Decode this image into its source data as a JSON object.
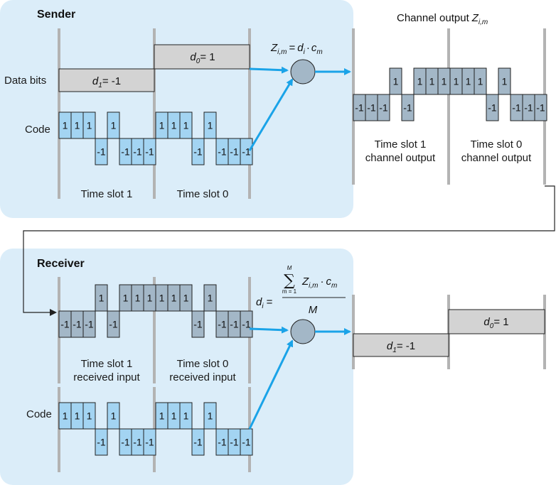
{
  "sender": {
    "title": "Sender",
    "data_bits_label": "Data bits",
    "code_label": "Code",
    "slot1_label": "Time slot 1",
    "slot0_label": "Time slot 0",
    "d1_value": "= -1",
    "d0_value": "= 1",
    "formula_rhs": "=",
    "code_sequence": [
      1,
      1,
      1,
      -1,
      1,
      -1,
      -1,
      -1
    ],
    "data_bits": [
      -1,
      1
    ]
  },
  "channel": {
    "title": "Channel output",
    "slot1_label_1": "Time slot 1",
    "slot1_label_2": "channel output",
    "slot0_label_1": "Time slot 0",
    "slot0_label_2": "channel output"
  },
  "receiver": {
    "title": "Receiver",
    "code_label": "Code",
    "slot1_label_1": "Time slot 1",
    "slot1_label_2": "received input",
    "slot0_label_1": "Time slot 0",
    "slot0_label_2": "received input",
    "sum_top": "M",
    "sum_bottom": "m = 1",
    "denominator": "M",
    "d1_value": "= -1",
    "d0_value": "= 1",
    "equals": "="
  },
  "colors": {
    "panel": "#dbedf9",
    "code_chip": "#a3d4f2",
    "signal_chip": "#a3b7c7",
    "data_box": "#d3d3d3",
    "arrow": "#1aa3e8",
    "slot_line": "#b3b3b3"
  }
}
